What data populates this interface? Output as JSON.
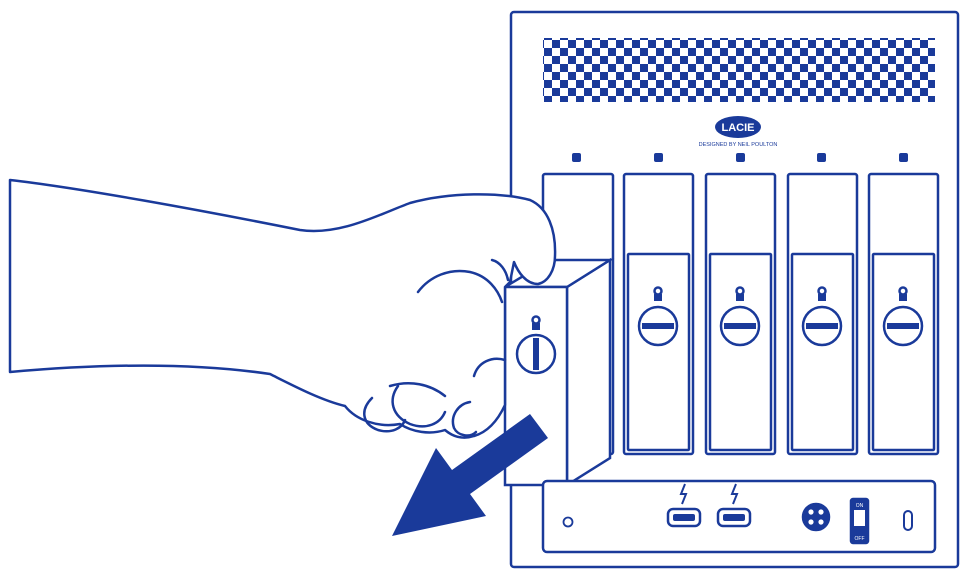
{
  "brand": {
    "logo_text": "LACIE",
    "tagline": "DESIGNED BY NEIL POULTON"
  },
  "drive_bays": [
    {
      "bay": 1,
      "state": "ejecting",
      "lock": "unlocked"
    },
    {
      "bay": 2,
      "state": "inserted",
      "lock": "locked"
    },
    {
      "bay": 3,
      "state": "inserted",
      "lock": "locked"
    },
    {
      "bay": 4,
      "state": "inserted",
      "lock": "locked"
    },
    {
      "bay": 5,
      "state": "inserted",
      "lock": "locked"
    }
  ],
  "power_switch": {
    "on_label": "ON",
    "off_label": "OFF"
  },
  "colors": {
    "line": "#1a3a9a",
    "background": "#ffffff"
  },
  "icons": [
    "hand-icon",
    "arrow-icon",
    "thunderbolt-icon",
    "power-connector-icon",
    "lock-icon",
    "kensington-slot-icon"
  ]
}
